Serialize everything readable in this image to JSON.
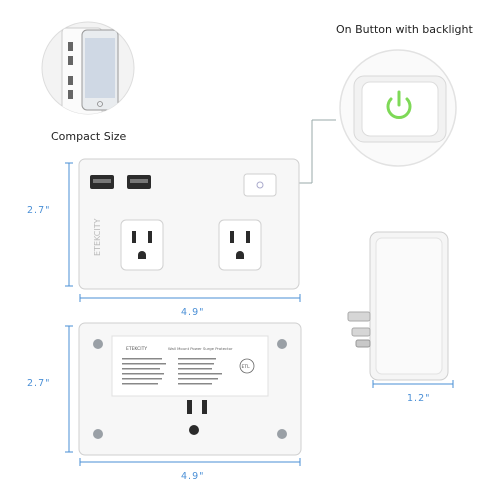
{
  "labels": {
    "on_button": "On Button with backlight",
    "compact_size": "Compact Size"
  },
  "dimensions": {
    "height_front": "2.7\"",
    "width_front": "4.9\"",
    "height_back": "2.7\"",
    "width_back": "4.9\"",
    "depth_side": "1.2\""
  },
  "product": {
    "brand": "ETEKCITY",
    "back_title": "Wall Mount Power Surge Protector",
    "etl_mark": "ETL"
  },
  "colors": {
    "accent_dimension": "#4a8fd6",
    "power_led": "#7ed957",
    "device_body": "#f7f7f7"
  },
  "icons": [
    "power-icon",
    "usb-port-icon",
    "outlet-icon",
    "plug-prongs-icon"
  ]
}
